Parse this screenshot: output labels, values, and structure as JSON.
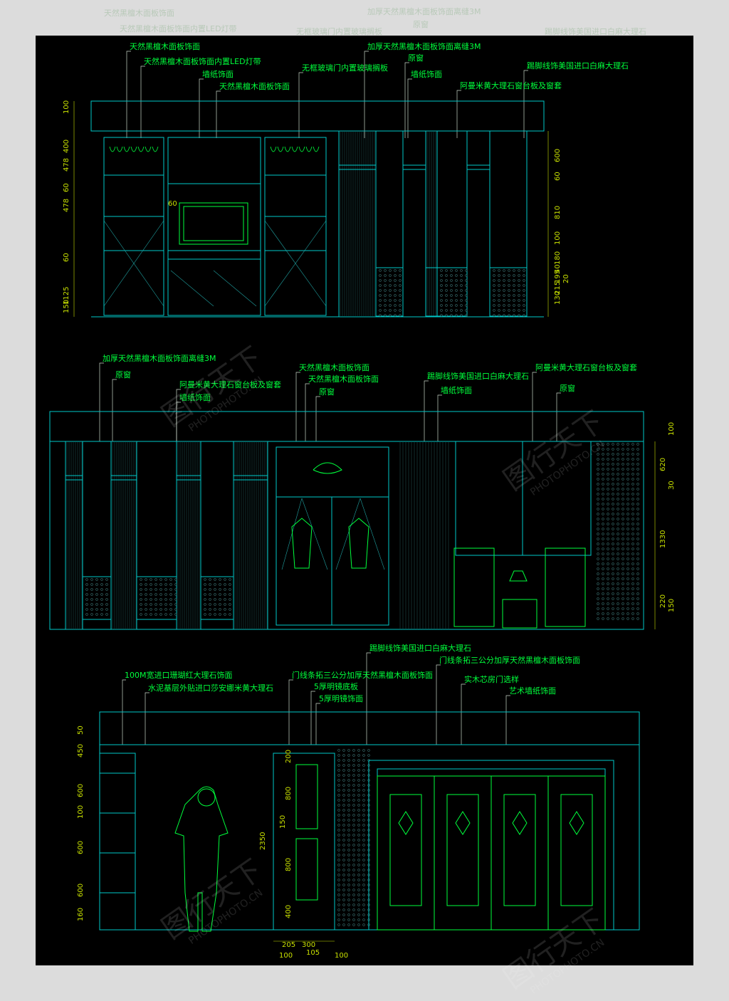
{
  "ghost_labels": [
    "天然黑檀木面板饰面",
    "天然黑檀木面板饰面内置LED灯带",
    "加厚天然黑檀木面板饰面离缝3M",
    "原窗",
    "踢脚线饰美国进口白麻大理石",
    "无框玻璃门内置玻璃搁板"
  ],
  "elevation1": {
    "labels": [
      "天然黑檀木面板饰面",
      "天然黑檀木面板饰面内置LED灯带",
      "墙纸饰面",
      "天然黑檀木面板饰面",
      "加厚天然黑檀木面板饰面离缝3M",
      "原窗",
      "无框玻璃门内置玻璃搁板",
      "墙纸饰面",
      "踢脚线饰美国进口白麻大理石",
      "阿曼米黄大理石窗台板及窗套"
    ],
    "dims_left": [
      "100",
      "400",
      "478",
      "60",
      "478",
      "60",
      "1125",
      "150"
    ],
    "dims_inner": [
      "60"
    ],
    "dims_right": [
      "600",
      "60",
      "810",
      "100",
      "180",
      "40",
      "20",
      "195",
      "215",
      "130"
    ]
  },
  "elevation2": {
    "labels": [
      "加厚天然黑檀木面板饰面离缝3M",
      "原窗",
      "阿曼米黄大理石窗台板及窗套",
      "墙纸饰面",
      "天然黑檀木面板饰面",
      "天然黑檀木面板饰面",
      "原窗",
      "踢脚线饰美国进口白麻大理石",
      "墙纸饰面",
      "阿曼米黄大理石窗台板及窗套",
      "原窗"
    ],
    "dims_right": [
      "100",
      "620",
      "30",
      "1330",
      "220",
      "150"
    ]
  },
  "elevation3": {
    "labels": [
      "踢脚线饰美国进口白麻大理石",
      "门线条拓三公分加厚天然黑檀木面板饰面",
      "100M宽进口珊瑚红大理石饰面",
      "门线条拓三公分加厚天然黑檀木面板饰面",
      "水泥基层外贴进口莎安娜米黄大理石",
      "5厚明镜底板",
      "5厚明镜饰面",
      "实木芯房门选样",
      "艺术墙纸饰面"
    ],
    "dims_left": [
      "50",
      "450",
      "600",
      "100",
      "600",
      "600",
      "160"
    ],
    "dims_mid": [
      "200",
      "800",
      "150",
      "800",
      "400"
    ],
    "dims_person": [
      "2350"
    ],
    "dims_bottom": [
      "205",
      "300",
      "100",
      "105",
      "100"
    ]
  },
  "watermark": {
    "brand": "图行天下",
    "url": "PHOTOPHOTO.CN"
  },
  "colors": {
    "background": "#000000",
    "frame": "#dcdcdc",
    "label": "#00ff3c",
    "line": "#00c8c8",
    "furniture": "#00ff3c",
    "dimension": "#c8e000",
    "leader": "#c9d7c9"
  }
}
